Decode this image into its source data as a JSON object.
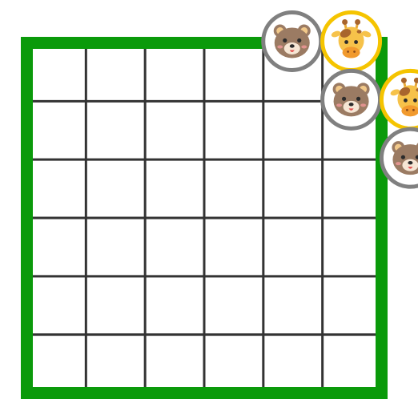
{
  "board": {
    "rows": 6,
    "cols": 6,
    "border_color": "#0a9a0a",
    "line_color": "#333333",
    "background": "#ffffff"
  },
  "pieces": [
    {
      "kind": "bear",
      "icon": "bear-face-icon",
      "ring_color": "#808080",
      "row": 0,
      "col": 4
    },
    {
      "kind": "giraffe",
      "icon": "giraffe-face-icon",
      "ring_color": "#f5c400",
      "row": 0,
      "col": 5
    },
    {
      "kind": "bear",
      "icon": "bear-face-icon",
      "ring_color": "#808080",
      "row": 1,
      "col": 5
    },
    {
      "kind": "giraffe",
      "icon": "giraffe-face-icon",
      "ring_color": "#f5c400",
      "row": 1,
      "col": 6
    },
    {
      "kind": "bear",
      "icon": "bear-face-icon",
      "ring_color": "#808080",
      "row": 2,
      "col": 6
    }
  ]
}
